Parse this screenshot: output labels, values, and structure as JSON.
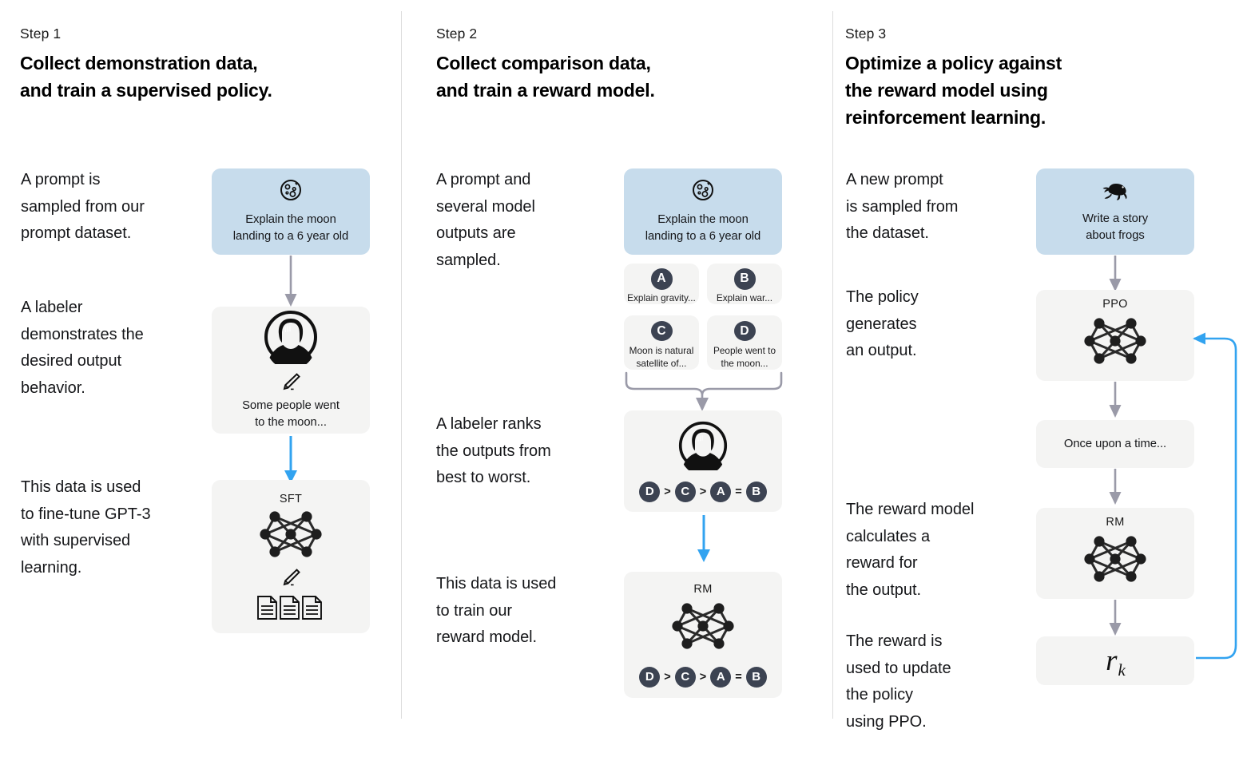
{
  "colors": {
    "prompt_card_bg": "#c7dcec",
    "grey_card_bg": "#f4f4f3",
    "badge_bg": "#3c4352",
    "grey_arrow": "#9a9aa8",
    "blue_arrow": "#32a3f0",
    "divider": "#dcdcdc",
    "text": "#16171a"
  },
  "steps": [
    {
      "label": "Step 1",
      "title": "Collect demonstration data,\nand train a supervised policy.",
      "captions": [
        "A prompt is\nsampled from our\nprompt dataset.",
        "A labeler\ndemonstrates the\ndesired output\nbehavior.",
        "This data is used\nto fine-tune GPT-3\nwith supervised\nlearning."
      ],
      "cards": {
        "prompt": {
          "icon": "moon-icon",
          "text": "Explain the moon\nlanding to a 6 year old"
        },
        "labeler": {
          "icon": "labeler-avatar-icon",
          "pencil": "pencil-icon",
          "text": "Some people went\nto the moon..."
        },
        "sft": {
          "net_label": "SFT",
          "icon": "neural-network-icon",
          "pencil": "pencil-icon",
          "docs": "documents-icon"
        }
      }
    },
    {
      "label": "Step 2",
      "title": "Collect comparison data,\nand train a reward model.",
      "captions": [
        "A prompt and\nseveral model\noutputs are\nsampled.",
        "A labeler ranks\nthe outputs from\nbest to worst.",
        "This data is used\nto train our\nreward model."
      ],
      "cards": {
        "prompt": {
          "icon": "moon-icon",
          "text": "Explain the moon\nlanding to a 6 year old"
        },
        "outputs": [
          {
            "badge": "A",
            "text": "Explain gravity..."
          },
          {
            "badge": "B",
            "text": "Explain war..."
          },
          {
            "badge": "C",
            "text": "Moon is natural\nsatellite of..."
          },
          {
            "badge": "D",
            "text": "People went to\nthe moon..."
          }
        ],
        "labeler": {
          "icon": "labeler-avatar-icon",
          "ranking": [
            "D",
            ">",
            "C",
            ">",
            "A",
            "=",
            "B"
          ]
        },
        "rm": {
          "net_label": "RM",
          "icon": "neural-network-icon",
          "ranking": [
            "D",
            ">",
            "C",
            ">",
            "A",
            "=",
            "B"
          ]
        }
      }
    },
    {
      "label": "Step 3",
      "title": "Optimize a policy against\nthe reward model using\nreinforcement learning.",
      "captions": [
        "A new prompt\nis sampled from\nthe dataset.",
        "The policy\ngenerates\nan output.",
        "The reward model\ncalculates a\nreward for\nthe output.",
        "The reward is\nused to update\nthe policy\nusing PPO."
      ],
      "cards": {
        "prompt": {
          "icon": "frog-icon",
          "text": "Write a story\nabout frogs"
        },
        "ppo": {
          "net_label": "PPO",
          "icon": "neural-network-icon"
        },
        "output": {
          "text": "Once upon a time..."
        },
        "rm": {
          "net_label": "RM",
          "icon": "neural-network-icon"
        },
        "reward": {
          "symbol": "r",
          "subscript": "k"
        }
      }
    }
  ]
}
